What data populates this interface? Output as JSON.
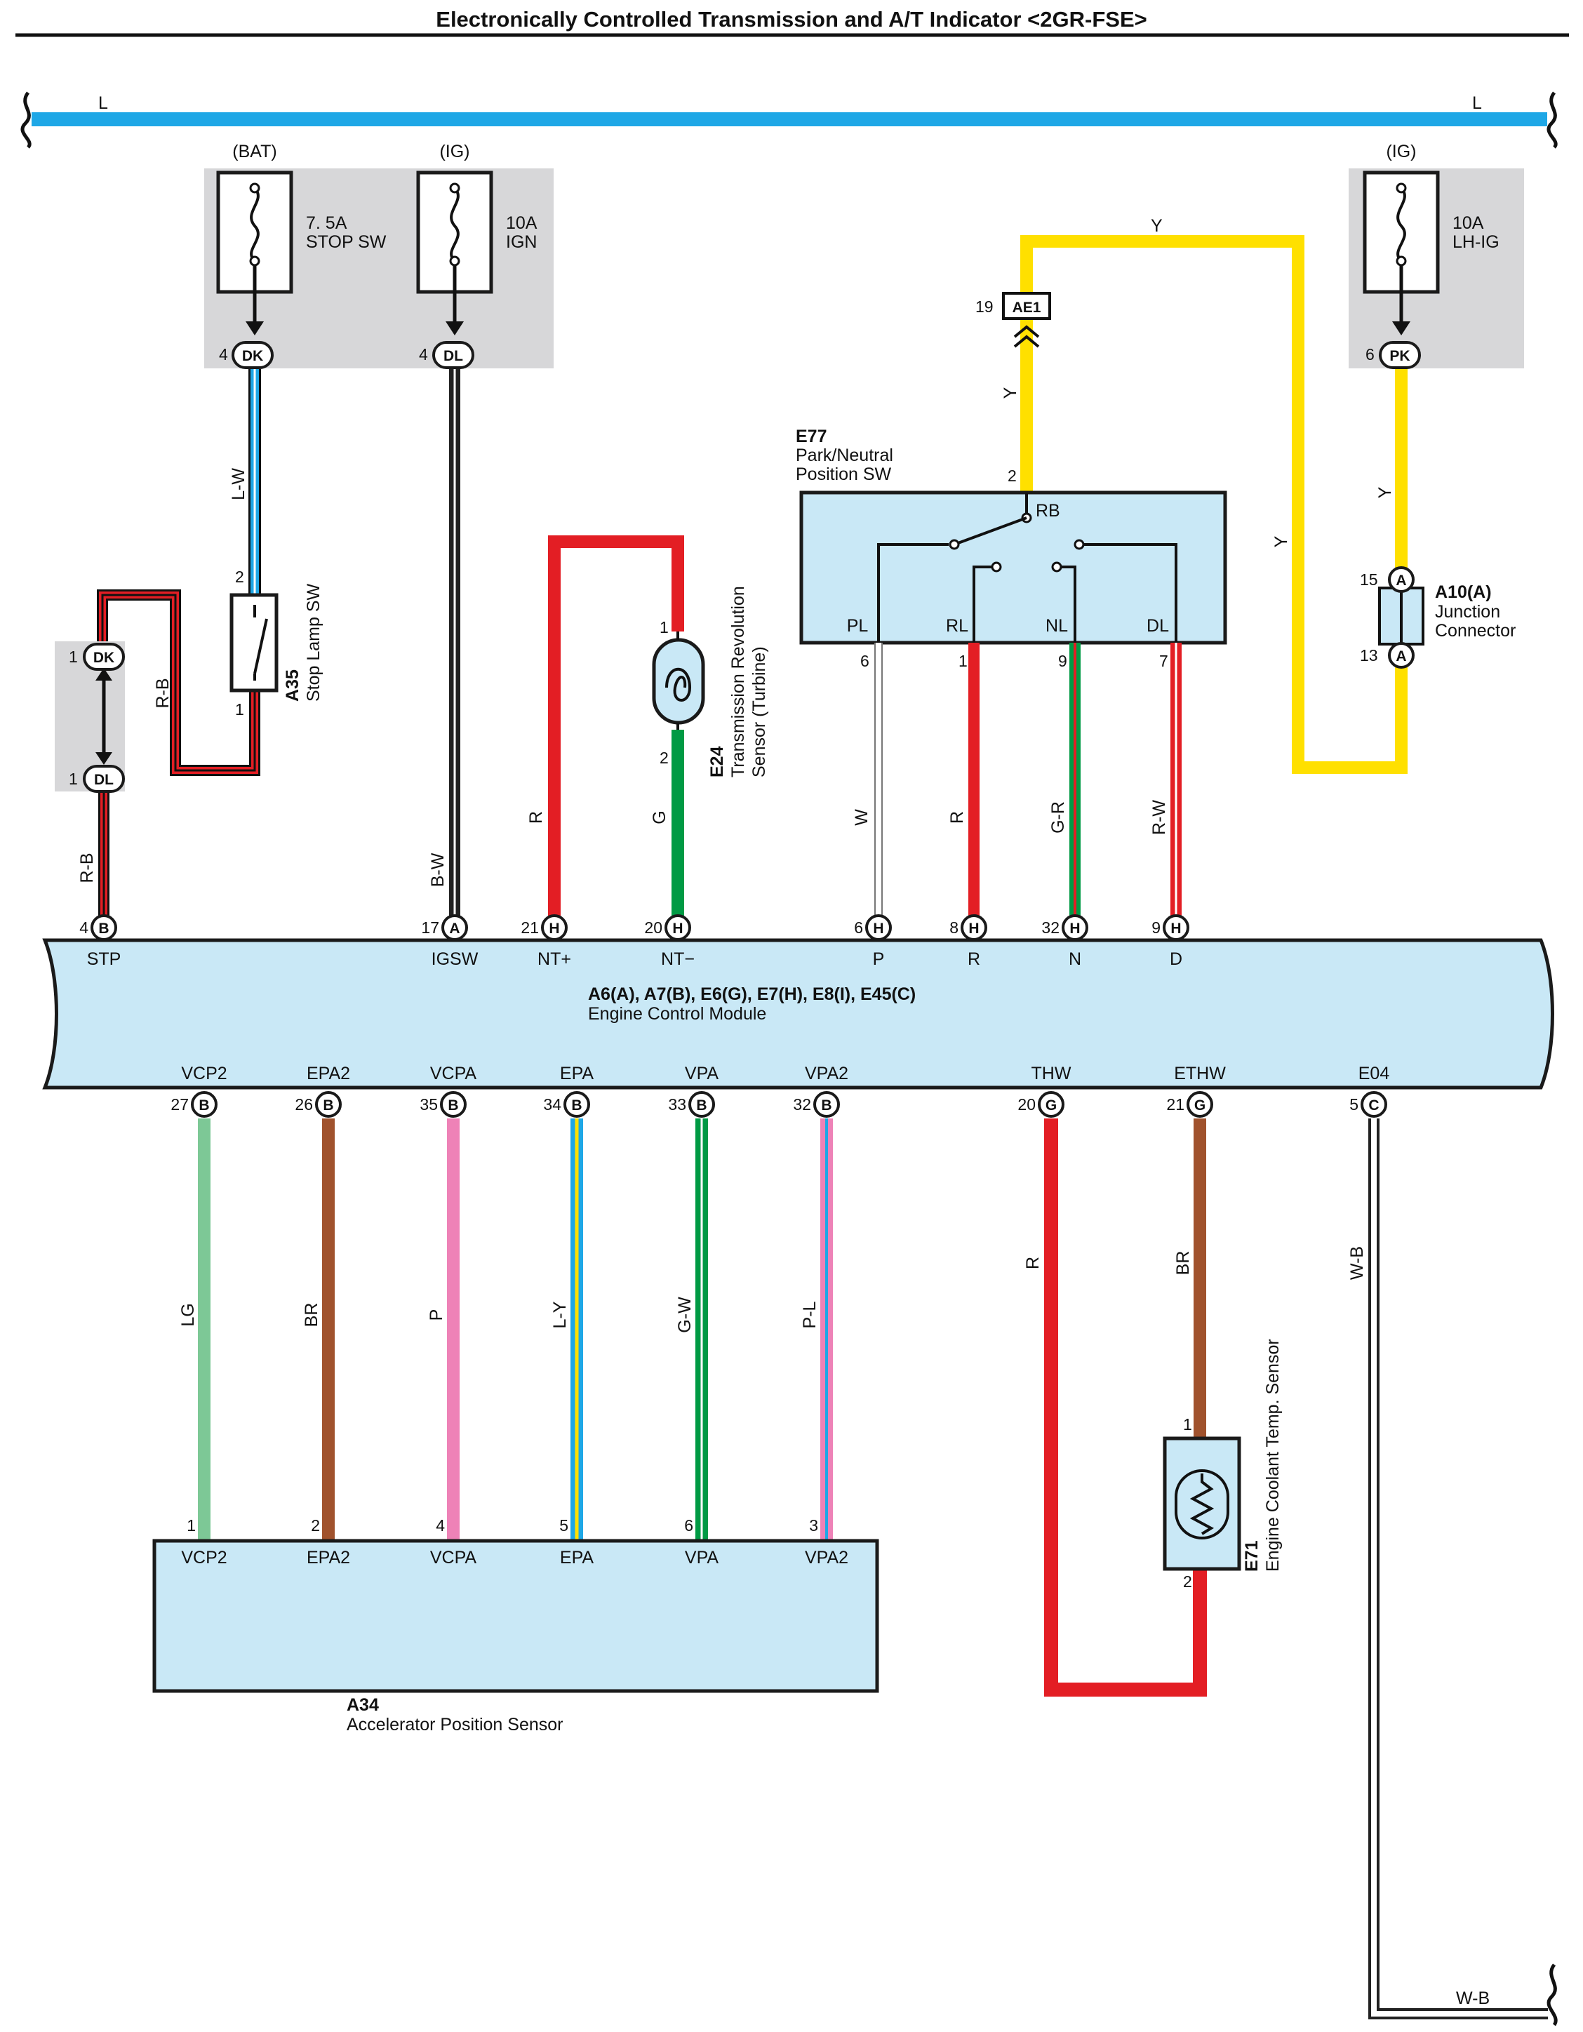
{
  "title": "Electronically Controlled Transmission and A/T Indicator <2GR-FSE>",
  "bus": {
    "wire_color": "L"
  },
  "fuses": [
    {
      "source": "(BAT)",
      "rating": "7. 5A",
      "name": "STOP SW",
      "pin": "4",
      "connector": "DK"
    },
    {
      "source": "(IG)",
      "rating": "10A",
      "name": "IGN",
      "pin": "4",
      "connector": "DL"
    },
    {
      "source": "(IG)",
      "rating": "10A",
      "name": "LH-IG",
      "pin": "6",
      "connector": "PK"
    }
  ],
  "components": {
    "a35": {
      "id": "A35",
      "name": "Stop Lamp SW",
      "pins": [
        "2",
        "1"
      ]
    },
    "e24": {
      "id": "E24",
      "name_line1": "Transmission Revolution",
      "name_line2": "Sensor (Turbine)",
      "pins": [
        "1",
        "2"
      ]
    },
    "e77": {
      "id": "E77",
      "name_line1": "Park/Neutral",
      "name_line2": "Position SW",
      "rb": "RB",
      "pin_top": "2",
      "terminals": [
        {
          "label": "PL",
          "pin": "6"
        },
        {
          "label": "RL",
          "pin": "1"
        },
        {
          "label": "NL",
          "pin": "9"
        },
        {
          "label": "DL",
          "pin": "7"
        }
      ]
    },
    "ae1": {
      "pin": "19",
      "label": "AE1"
    },
    "a10": {
      "id": "A10(A)",
      "name_line1": "Junction",
      "name_line2": "Connector",
      "pins": [
        "15",
        "13"
      ],
      "connector": "A"
    },
    "jdk": {
      "pin_top": "1",
      "top": "DK",
      "pin_bottom": "1",
      "bottom": "DL"
    },
    "e71": {
      "id": "E71",
      "name": "Engine Coolant Temp.  Sensor",
      "pins": [
        "1",
        "2"
      ]
    },
    "a34": {
      "id": "A34",
      "name": "Accelerator Position Sensor"
    }
  },
  "ecm": {
    "title": "A6(A), A7(B), E6(G), E7(H), E8(I), E45(C)",
    "subtitle": "Engine Control Module",
    "top_pins": [
      {
        "pin": "4",
        "conn": "B",
        "name": "STP",
        "wire": "R-B"
      },
      {
        "pin": "17",
        "conn": "A",
        "name": "IGSW",
        "wire": "B-W"
      },
      {
        "pin": "21",
        "conn": "H",
        "name": "NT+",
        "wire": "R"
      },
      {
        "pin": "20",
        "conn": "H",
        "name": "NT−",
        "wire": "G"
      },
      {
        "pin": "6",
        "conn": "H",
        "name": "P",
        "wire": "W"
      },
      {
        "pin": "8",
        "conn": "H",
        "name": "R",
        "wire": "R"
      },
      {
        "pin": "32",
        "conn": "H",
        "name": "N",
        "wire": "G-R"
      },
      {
        "pin": "9",
        "conn": "H",
        "name": "D",
        "wire": "R-W"
      }
    ],
    "bottom_pins": [
      {
        "pin": "27",
        "conn": "B",
        "name": "VCP2",
        "wire": "LG",
        "sensor_pin": "1"
      },
      {
        "pin": "26",
        "conn": "B",
        "name": "EPA2",
        "wire": "BR",
        "sensor_pin": "2"
      },
      {
        "pin": "35",
        "conn": "B",
        "name": "VCPA",
        "wire": "P",
        "sensor_pin": "4"
      },
      {
        "pin": "34",
        "conn": "B",
        "name": "EPA",
        "wire": "L-Y",
        "sensor_pin": "5"
      },
      {
        "pin": "33",
        "conn": "B",
        "name": "VPA",
        "wire": "G-W",
        "sensor_pin": "6"
      },
      {
        "pin": "32",
        "conn": "B",
        "name": "VPA2",
        "wire": "P-L",
        "sensor_pin": "3"
      },
      {
        "pin": "20",
        "conn": "G",
        "name": "THW",
        "wire": "R"
      },
      {
        "pin": "21",
        "conn": "G",
        "name": "ETHW",
        "wire": "BR"
      },
      {
        "pin": "5",
        "conn": "C",
        "name": "E04",
        "wire": "W-B"
      }
    ]
  },
  "wire_labels": {
    "jdk": "R-B",
    "a35_loop": "R-B",
    "fuse1": "L-W",
    "y1": "Y",
    "y2": "Y",
    "y3": "Y",
    "y4": "Y",
    "ground": "W-B"
  },
  "colors": {
    "L": "#1ea7e6",
    "R": "#e31e24",
    "Y": "#ffe000",
    "G": "#009a44",
    "LG": "#7dc896",
    "BR": "#a0522d",
    "P": "#ee82b7",
    "B": "#222222",
    "W": "#ffffff",
    "box": "#c9e8f6"
  }
}
